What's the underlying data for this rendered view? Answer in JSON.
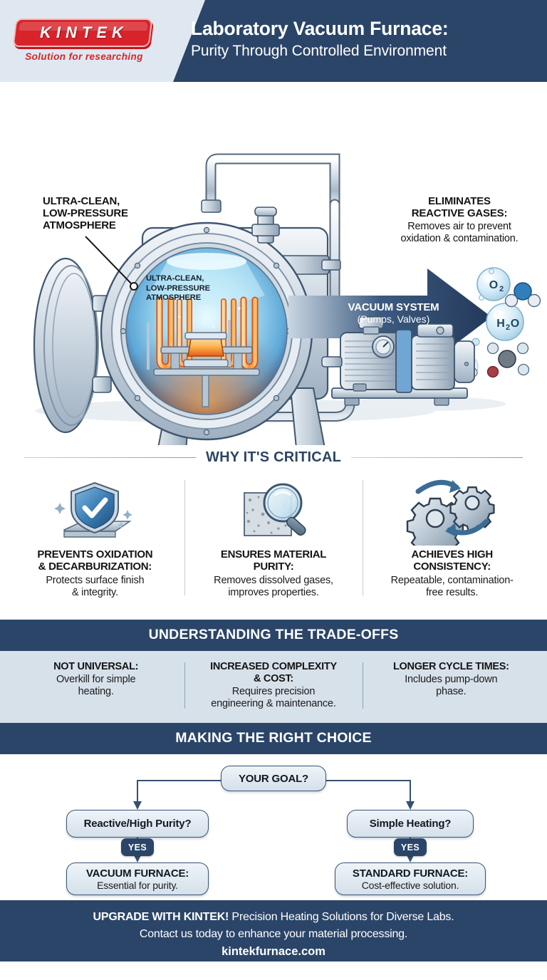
{
  "header": {
    "logo_name": "KINTEK",
    "logo_tagline": "Solution for researching",
    "title_line1": "Laboratory Vacuum Furnace:",
    "title_line2": "Purity Through Controlled Environment",
    "navy": "#2b4569",
    "brand_red": "#d8232a"
  },
  "hero": {
    "callout_left": "ULTRA-CLEAN,\nLOW-PRESSURE\nATMOSPHERE",
    "chamber_label": "ULTRA-CLEAN,\nLOW-PRESSURE\nATMOSPHERE",
    "callout_right_title": "ELIMINATES\nREACTIVE GASES:",
    "callout_right_body": "Removes air to prevent\noxidation & contamination.",
    "arrow_title": "VACUUM SYSTEM",
    "arrow_sub": "(Pumps, Valves)",
    "molecules": [
      "O₂",
      "H₂O"
    ]
  },
  "why": {
    "heading": "WHY IT'S CRITICAL",
    "columns": [
      {
        "icon": "shield-check-icon",
        "title": "PREVENTS OXIDATION\n& DECARBURIZATION:",
        "body": "Protects surface finish\n& integrity."
      },
      {
        "icon": "magnifier-material-icon",
        "title": "ENSURES MATERIAL\nPURITY:",
        "body": "Removes dissolved gases,\nimproves properties."
      },
      {
        "icon": "gears-cycle-icon",
        "title": "ACHIEVES HIGH\nCONSISTENCY:",
        "body": "Repeatable, contamination-\nfree results."
      }
    ]
  },
  "tradeoffs": {
    "heading": "UNDERSTANDING THE TRADE-OFFS",
    "columns": [
      {
        "title": "NOT UNIVERSAL:",
        "body": "Overkill for simple\nheating."
      },
      {
        "title": "INCREASED COMPLEXITY\n& COST:",
        "body": "Requires precision\nengineering & maintenance."
      },
      {
        "title": "LONGER CYCLE TIMES:",
        "body": "Includes pump-down\nphase."
      }
    ]
  },
  "choice": {
    "heading": "MAKING THE RIGHT CHOICE",
    "root": "YOUR GOAL?",
    "left_branch": {
      "question": "Reactive/High Purity?",
      "edge_label": "YES",
      "result_title": "VACUUM FURNACE:",
      "result_sub": "Essential for purity."
    },
    "right_branch": {
      "question": "Simple Heating?",
      "edge_label": "YES",
      "result_title": "STANDARD FURNACE:",
      "result_sub": "Cost-effective solution."
    }
  },
  "footer": {
    "cta_bold": "UPGRADE WITH KINTEK!",
    "cta_rest": " Precision Heating Solutions for Diverse Labs.",
    "line2": "Contact us today to enhance your material processing.",
    "website": "kintekfurnace.com"
  }
}
